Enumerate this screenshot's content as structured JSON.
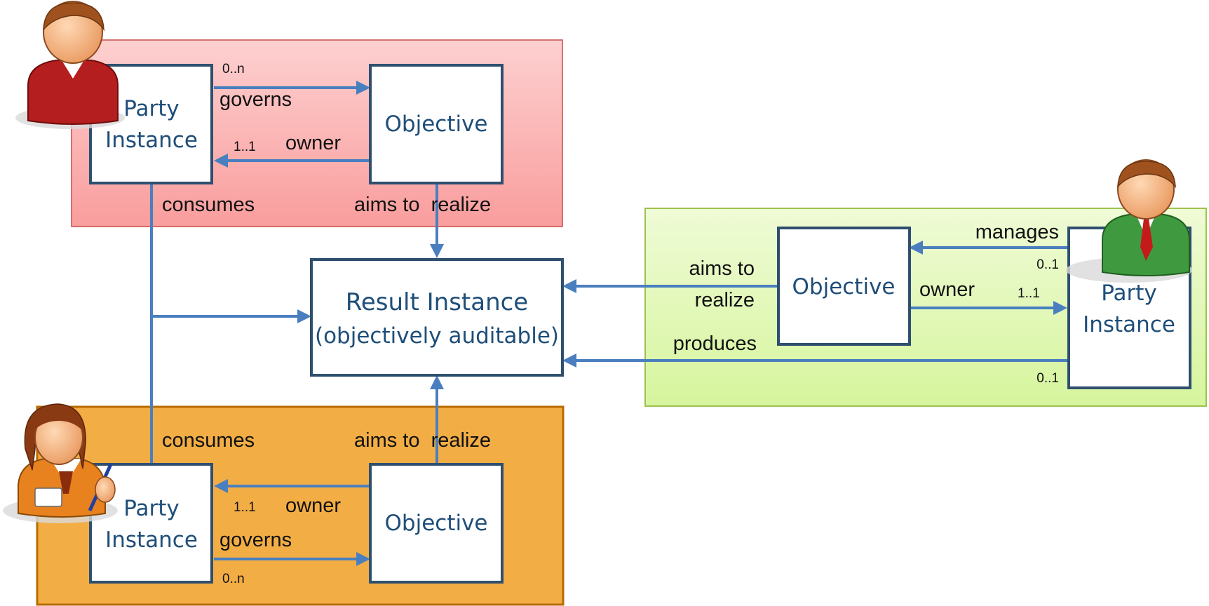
{
  "colors": {
    "top_panel": "#fca6a6",
    "bottom_panel": "#f2ae45",
    "right_panel": "#e2f7b6",
    "arrow": "#4a7fbf",
    "box_text": "#1f4e79"
  },
  "icons": [
    "person-red-icon",
    "person-green-icon",
    "person-orange-woman-icon"
  ],
  "top": {
    "party": [
      "Party",
      "Instance"
    ],
    "objective": "Objective",
    "governs": "governs",
    "governs_mult": "0..n",
    "owner": "owner",
    "owner_mult": "1..1",
    "consumes": "consumes",
    "aims": "aims to  realize"
  },
  "center": {
    "line1": "Result Instance",
    "line2": "(objectively auditable)"
  },
  "bottom": {
    "party": [
      "Party",
      "Instance"
    ],
    "objective": "Objective",
    "governs": "governs",
    "governs_mult": "0..n",
    "owner": "owner",
    "owner_mult": "1..1",
    "consumes": "consumes",
    "aims": "aims to  realize"
  },
  "right": {
    "party": [
      "Party",
      "Instance"
    ],
    "objective": "Objective",
    "manages": "manages",
    "manages_mult": "0..1",
    "owner": "owner",
    "owner_mult": "1..1",
    "aims": [
      "aims to",
      "realize"
    ],
    "produces": "produces",
    "produces_mult": "0..1"
  }
}
